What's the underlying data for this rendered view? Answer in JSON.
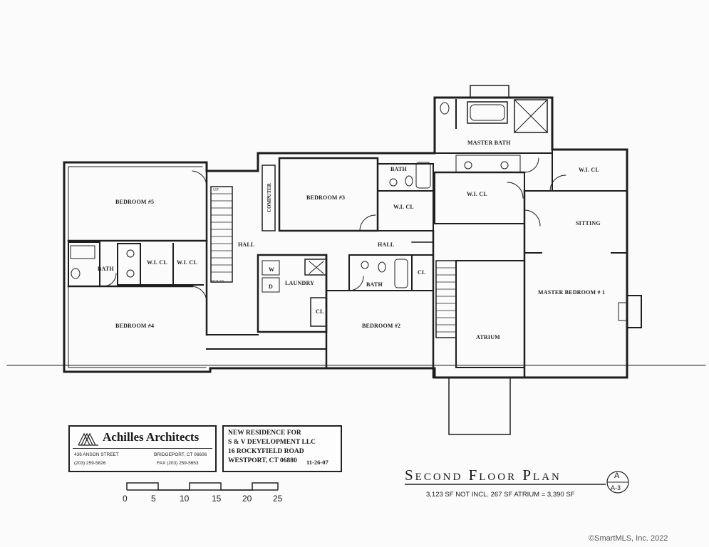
{
  "rooms": {
    "bedroom5": "BEDROOM #5",
    "bedroom4": "BEDROOM #4",
    "bedroom3": "BEDROOM #3",
    "bedroom2": "BEDROOM #2",
    "master_bedroom": "MASTER BEDROOM # 1",
    "master_bath": "MASTER BATH",
    "sitting": "SITTING",
    "atrium": "ATRIUM",
    "laundry": "LAUNDRY",
    "hall_left": "HALL",
    "hall_center": "HALL",
    "bath_left": "BATH",
    "bath_b3": "BATH",
    "bath_b2": "BATH",
    "wic_b5a": "W.I. CL",
    "wic_b5b": "W.I. CL",
    "wic_b3": "W.I. CL",
    "wic_center": "W.I. CL",
    "wic_master": "W.I. CL",
    "closet_laundry": "CL",
    "closet_bath2": "CL",
    "computer": "COMPUTER",
    "washer": "W",
    "dryer": "D",
    "stair_up": "UP",
    "stair_down": "DOWN"
  },
  "firm": {
    "name": "Achilles Architects",
    "street": "436 ANSON STREET",
    "city": "BRIDGEPORT, CT 06606",
    "phone": "(203) 259-5826",
    "fax": "FAX (203) 259-5653"
  },
  "project": {
    "line1": "NEW RESIDENCE FOR",
    "line2": "S & V DEVELOPMENT LLC",
    "line3": "16 ROCKYFIELD ROAD",
    "line4": "WESTPORT, CT 06880",
    "date": "11-26-07"
  },
  "scale": {
    "marks": [
      "0",
      "5",
      "10",
      "15",
      "20",
      "25"
    ]
  },
  "plan_title": "Second Floor Plan",
  "area_note": "3,123 SF NOT INCL. 267 SF ATRIUM = 3,390 SF",
  "sheet": {
    "letter": "A",
    "number": "A-3"
  },
  "copyright": "©SmartMLS, Inc.  2022"
}
